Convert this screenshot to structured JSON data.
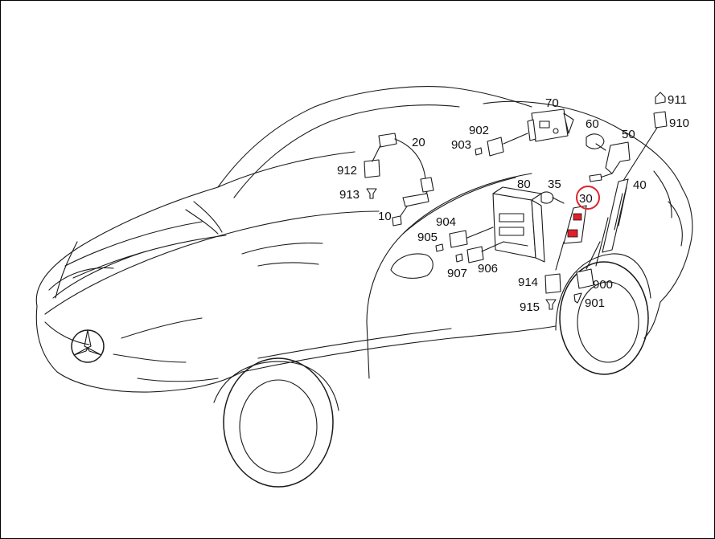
{
  "callouts": [
    {
      "id": "911",
      "text": "911"
    },
    {
      "id": "70",
      "text": "70"
    },
    {
      "id": "910",
      "text": "910"
    },
    {
      "id": "60",
      "text": "60"
    },
    {
      "id": "902",
      "text": "902"
    },
    {
      "id": "50",
      "text": "50"
    },
    {
      "id": "903",
      "text": "903"
    },
    {
      "id": "20",
      "text": "20"
    },
    {
      "id": "912",
      "text": "912"
    },
    {
      "id": "80",
      "text": "80"
    },
    {
      "id": "35",
      "text": "35"
    },
    {
      "id": "40",
      "text": "40"
    },
    {
      "id": "913",
      "text": "913"
    },
    {
      "id": "30",
      "text": "30",
      "highlighted": true
    },
    {
      "id": "10",
      "text": "10"
    },
    {
      "id": "904",
      "text": "904"
    },
    {
      "id": "905",
      "text": "905"
    },
    {
      "id": "906",
      "text": "906"
    },
    {
      "id": "907",
      "text": "907"
    },
    {
      "id": "914",
      "text": "914"
    },
    {
      "id": "900",
      "text": "900"
    },
    {
      "id": "901",
      "text": "901"
    },
    {
      "id": "915",
      "text": "915"
    }
  ],
  "colors": {
    "line": "#1a1a1a",
    "highlight_ring": "#d9262b",
    "highlight_fill": "#e0202a"
  }
}
